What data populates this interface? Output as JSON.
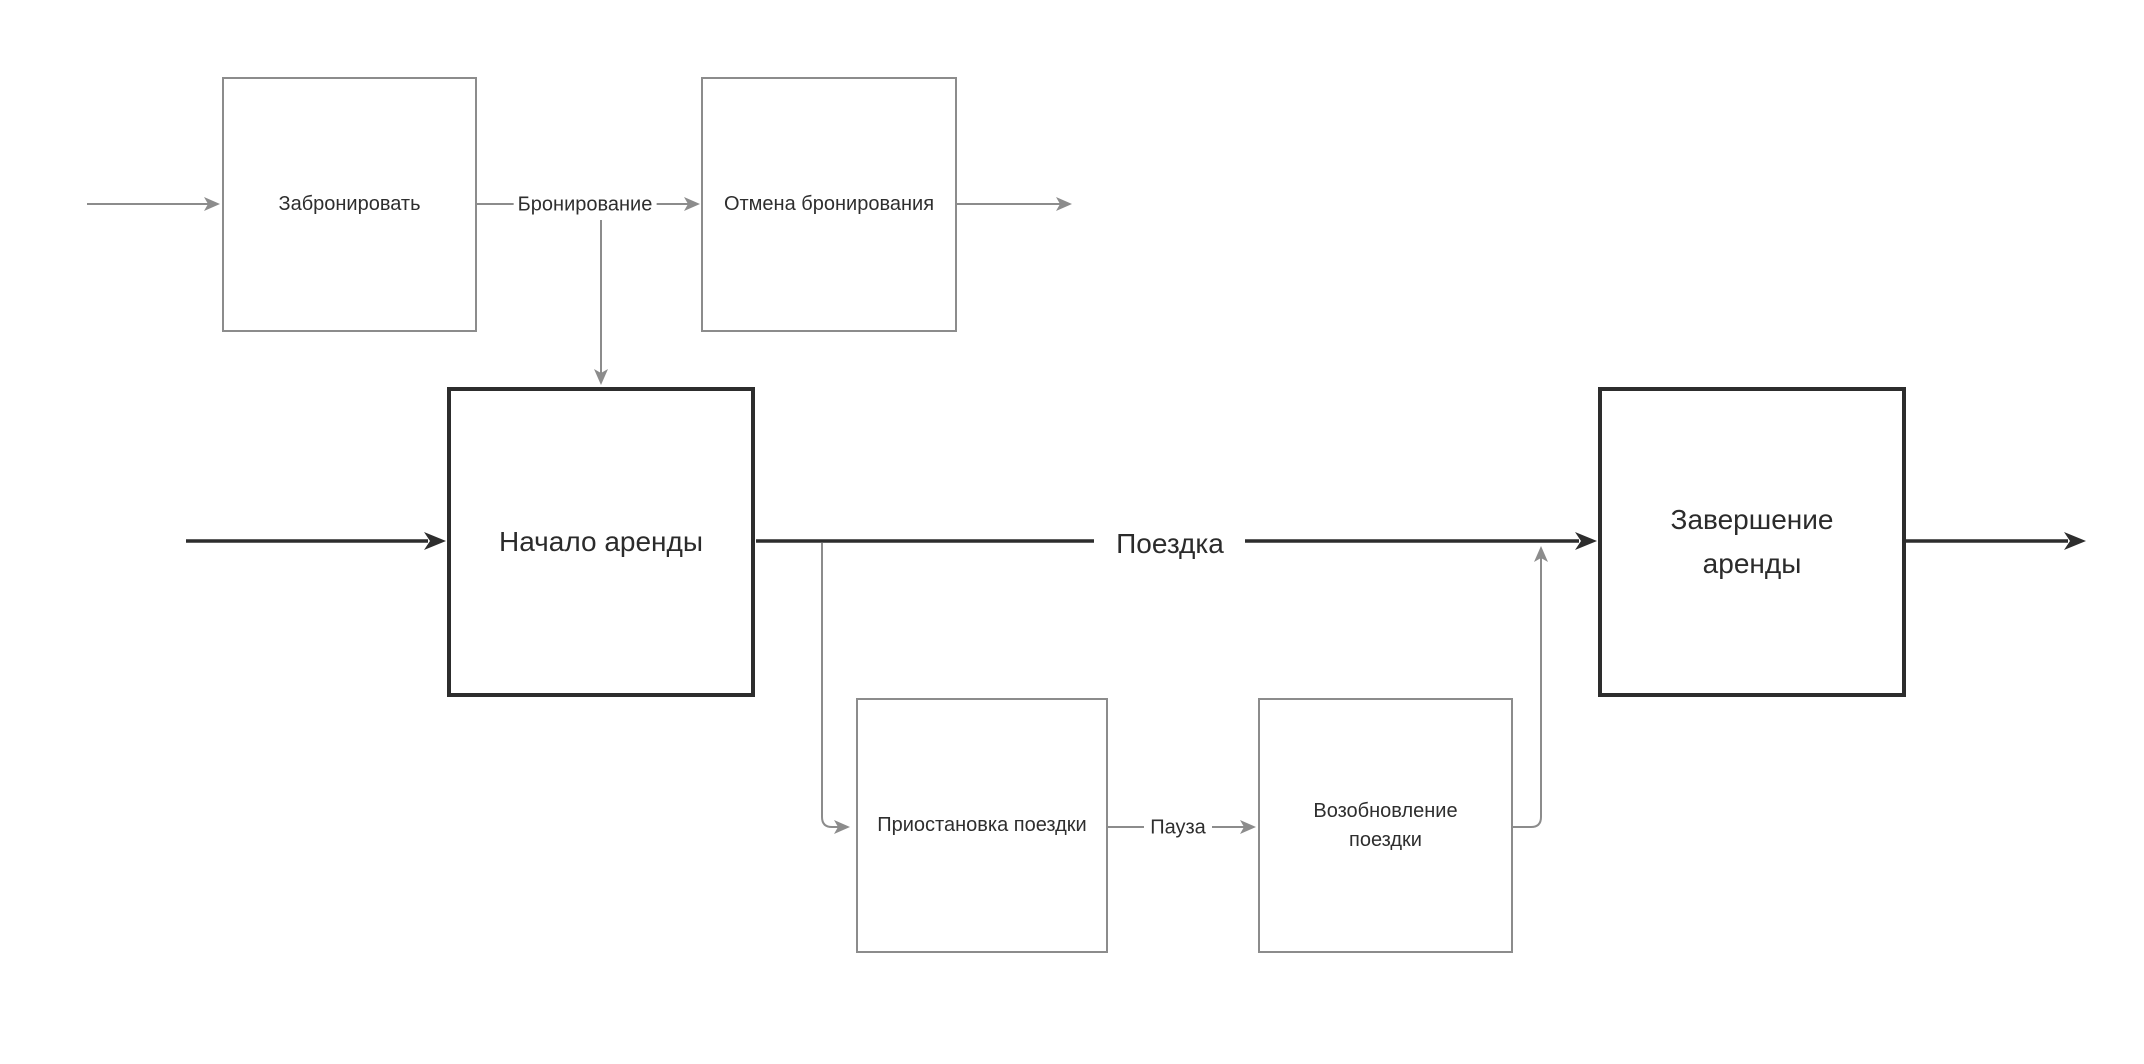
{
  "nodes": {
    "book": {
      "label": "Забронировать"
    },
    "cancel_booking": {
      "label": "Отмена бронирования"
    },
    "rental_start": {
      "label": "Начало аренды"
    },
    "rental_end": {
      "label": "Завершение аренды"
    },
    "trip_pause": {
      "label": "Приостановка поездки"
    },
    "trip_resume": {
      "label": "Возобновление поездки"
    }
  },
  "edges": {
    "booking": {
      "label": "Бронирование"
    },
    "trip": {
      "label": "Поездка"
    },
    "pause": {
      "label": "Пауза"
    }
  },
  "colors": {
    "muted_line": "#8c8c8c",
    "strong_line": "#2d2d2d",
    "text": "#2e2e2e",
    "background": "#ffffff"
  }
}
